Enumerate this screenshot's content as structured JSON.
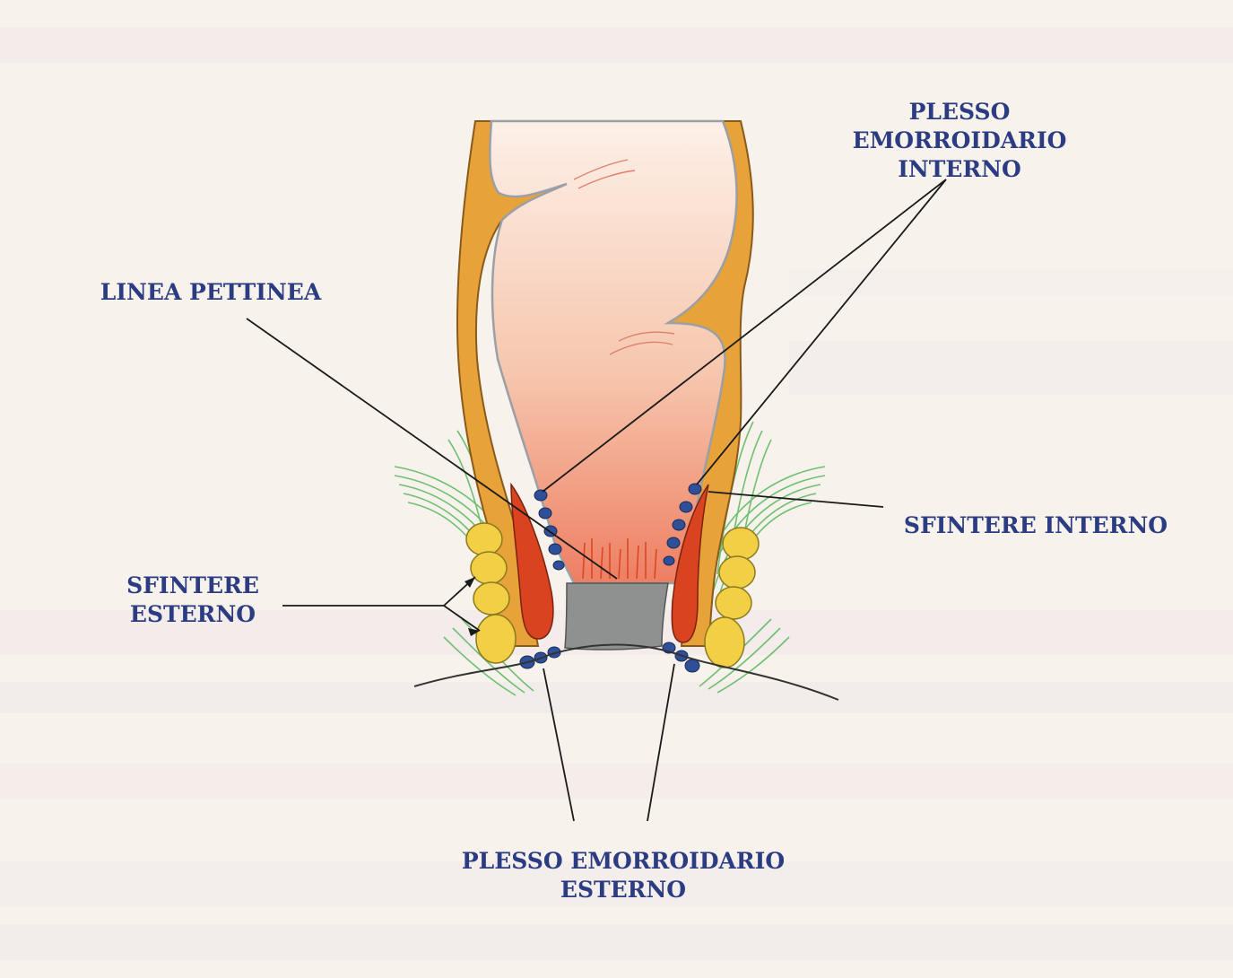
{
  "labels": {
    "plesso_interno": "PLESSO EMORROIDARIO\nINTERNO",
    "linea_pettinea": "LINEA PETTINEA",
    "sfintere_interno": "SFINTERE INTERNO",
    "sfintere_esterno": "SFINTERE\nESTERNO",
    "plesso_esterno": "PLESSO EMORROIDARIO\nESTERNO"
  },
  "colors": {
    "label_text": "#2b3c82",
    "muscle_outer": "#e8a23a",
    "mucosa": "#f2c4aa",
    "internal_sphincter": "#d9431f",
    "external_sphincter": "#f2cf45",
    "venous_plexus": "#2f4f98",
    "anal_canal": "#8f9191",
    "fibers": "#6fbf72"
  }
}
